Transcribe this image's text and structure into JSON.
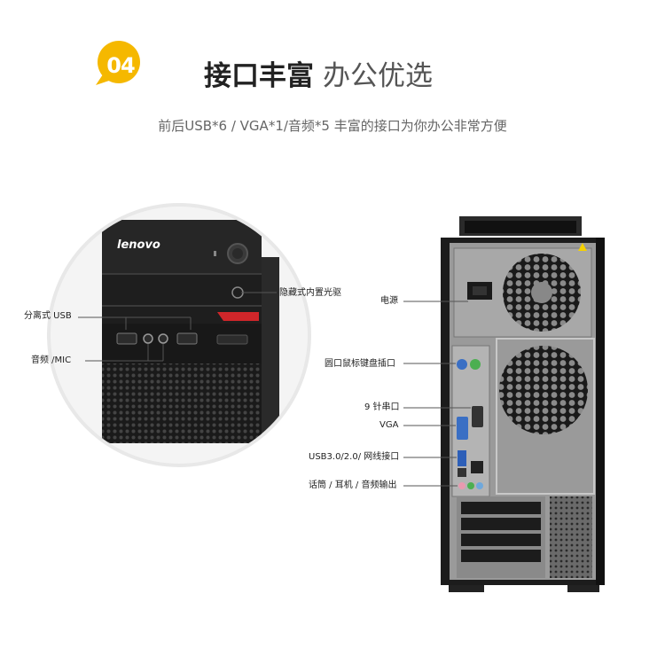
{
  "section": {
    "number": "04",
    "title_strong": "接口丰富",
    "title_light": "办公优选",
    "subtitle": "前后USB*6 / VGA*1/音频*5 丰富的接口为你办公非常方便"
  },
  "front": {
    "brand": "lenovo",
    "labels": {
      "optical_drive": "隐藏式内置光驱",
      "usb": "分离式 USB",
      "audio": "音频 /MIC"
    }
  },
  "rear": {
    "labels": {
      "power": "电源",
      "ps2": "圆口鼠标键盘插口",
      "serial": "9 针串口",
      "vga": "VGA",
      "usb_lan": "USB3.0/2.0/ 网线接口",
      "audio_out": "话筒 / 耳机 / 音频输出"
    }
  },
  "colors": {
    "badge": "#f5b800",
    "accent_red": "#d0262a",
    "case_black": "#1c1c1c"
  }
}
